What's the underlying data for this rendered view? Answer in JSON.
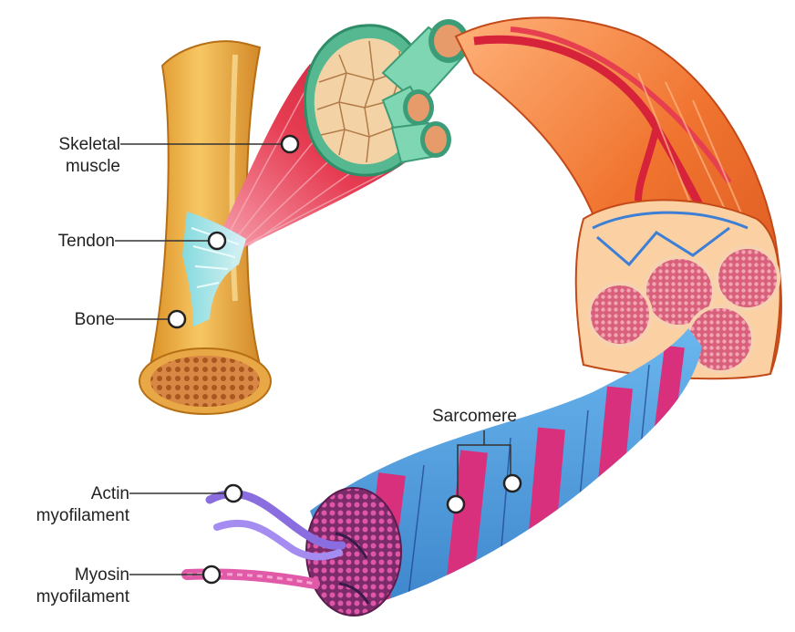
{
  "labels": {
    "skeletal_muscle": [
      "Skeletal",
      "muscle"
    ],
    "tendon": "Tendon",
    "bone": "Bone",
    "sarcomere": "Sarcomere",
    "actin": [
      "Actin",
      "myofilament"
    ],
    "myosin": [
      "Myosin",
      "myofilament"
    ]
  },
  "colors": {
    "bone": "#f0b445",
    "bone_marrow": "#d9894a",
    "tendon": "#9fe3ea",
    "muscle_red": "#e2394a",
    "fascicle_green": "#7fcfa8",
    "fiber_orange": "#f07a3a",
    "myofibril_pink": "#d9387f",
    "myofibril_blue": "#6fb8e8",
    "actin_purple": "#8a6ee0",
    "myosin_pink": "#e05aa8"
  }
}
